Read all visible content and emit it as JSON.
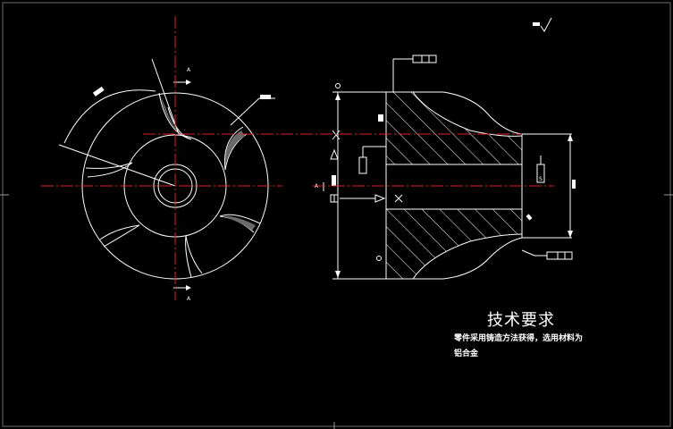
{
  "tech_requirements": {
    "title": "技术要求",
    "note": "零件采用铸造方法获得，选用材料为铝合金"
  },
  "surface_finish_mark": "",
  "view_markers": {
    "section_top": "A",
    "section_bottom": "A",
    "left_arrow_label": "A"
  },
  "dimension_boxes": {
    "top_frame": "",
    "right_frame": "",
    "small_left": "",
    "small_right": "S"
  },
  "colors": {
    "background": "#000000",
    "geometry": "#ffffff",
    "centerline": "#e0202a"
  }
}
